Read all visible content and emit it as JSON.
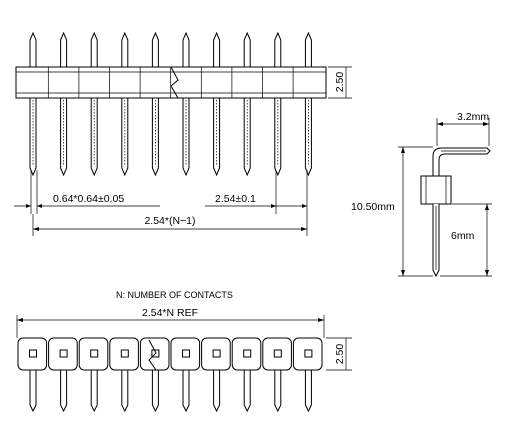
{
  "front_view": {
    "dim_height": "2.50",
    "dim_pin_size": "0.64*0.64±0.05",
    "dim_pitch": "2.54±0.1",
    "dim_total": "2.54*(N−1)"
  },
  "side_view": {
    "dim_bend": "3.2mm",
    "dim_overall": "10.50mm",
    "dim_tail": "6mm"
  },
  "bottom_view": {
    "note": "N: NUMBER OF CONTACTS",
    "dim_length": "2.54*N REF",
    "dim_height": "2.50"
  },
  "pin_count_drawn": 10
}
